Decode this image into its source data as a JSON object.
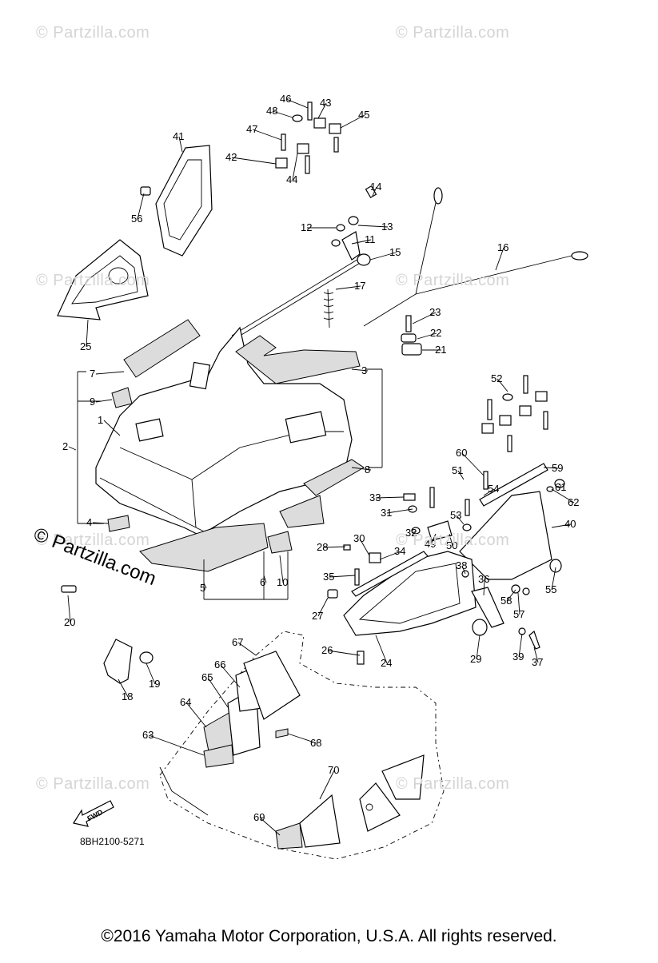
{
  "watermarks": [
    "© Partzilla.com",
    "© Partzilla.com",
    "© Partzilla.com",
    "© Partzilla.com",
    "© Partzilla.com",
    "© Partzilla.com",
    "© Partzilla.com",
    "© Partzilla.com"
  ],
  "main_watermark": "© Partzilla.com",
  "diagram_code": "8BH2100-5271",
  "fwd_label": "FWD",
  "copyright": "©2016  Yamaha Motor Corporation, U.S.A. All rights reserved.",
  "callouts": [
    "1",
    "2",
    "3",
    "4",
    "5",
    "6",
    "7",
    "8",
    "9",
    "10",
    "11",
    "12",
    "13",
    "14",
    "15",
    "16",
    "17",
    "18",
    "19",
    "20",
    "21",
    "22",
    "23",
    "24",
    "25",
    "26",
    "27",
    "28",
    "29",
    "30",
    "31",
    "32",
    "33",
    "34",
    "35",
    "36",
    "37",
    "38",
    "39",
    "40",
    "41",
    "42",
    "43",
    "44",
    "45",
    "46",
    "47",
    "48",
    "49",
    "50",
    "51",
    "52",
    "53",
    "54",
    "55",
    "56",
    "57",
    "58",
    "59",
    "60",
    "61",
    "62",
    "63",
    "64",
    "65",
    "66",
    "67",
    "68",
    "69",
    "70"
  ]
}
